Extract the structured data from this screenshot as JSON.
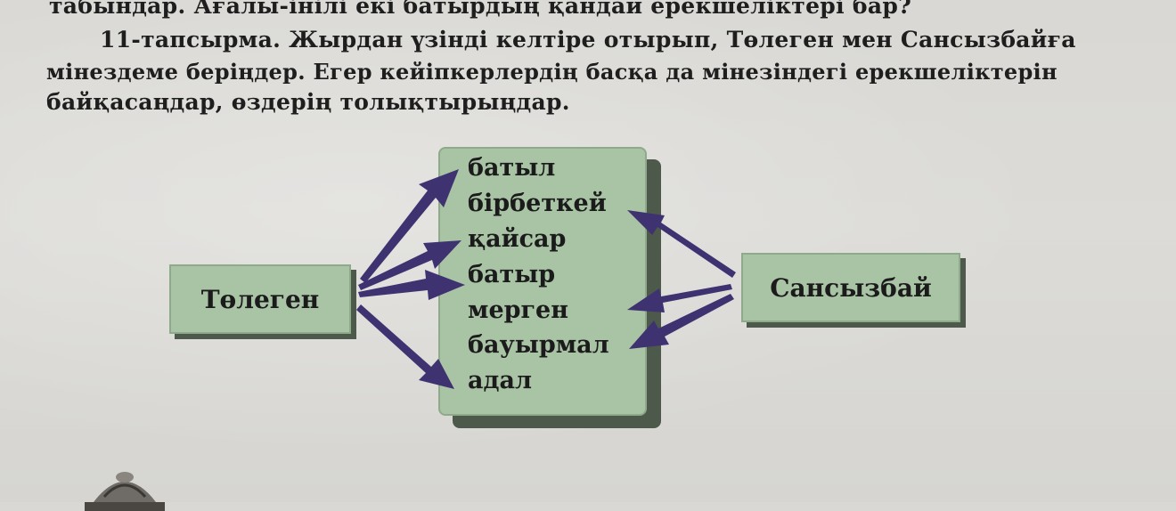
{
  "text": {
    "line_top": "табындар. Ағалы-інілі екі батырдың қандай ерекшеліктері бар?",
    "task_label": "11-тапсырма.",
    "task_rest": " Жырдан үзінді келтіре отырып, Төлеген мен Сансызбайға",
    "line_2": "мінездеме беріңдер. Егер кейіпкерлердің басқа да мінезіндегі ерекшеліктерін",
    "line_3": "байқасаңдар, өздерің толықтырыңдар."
  },
  "diagram": {
    "left_name": "Төлеген",
    "right_name": "Сансызбай",
    "traits": [
      "батыл",
      "бірбеткей",
      "қайсар",
      "батыр",
      "мерген",
      "бауырмал",
      "адал"
    ]
  },
  "colors": {
    "box_fill": "#a9c3a5",
    "box_shadow": "#4d5a4b",
    "arrow": "#3f3270",
    "page": "#d9d8d4"
  }
}
